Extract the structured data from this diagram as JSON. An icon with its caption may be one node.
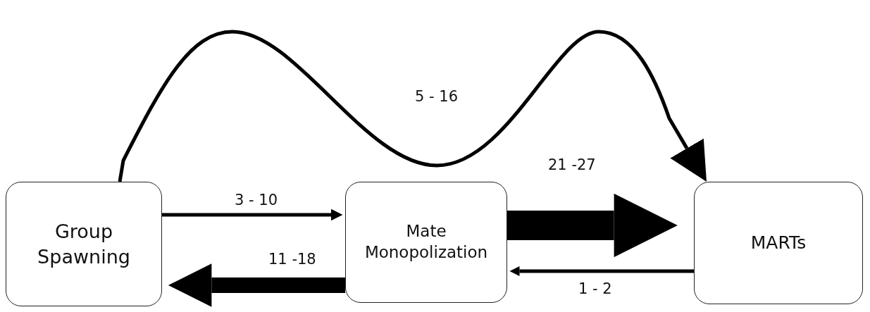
{
  "diagram": {
    "nodes": [
      {
        "text": [
          "Group Spawning"
        ]
      },
      {
        "text": [
          "Mate Monopolization"
        ]
      },
      {
        "text": [
          "MARTs"
        ]
      }
    ],
    "edges": [
      {
        "from": 0,
        "to": 1,
        "arrow": "to",
        "label": "3 - 10"
      },
      {
        "from": 1,
        "to": 0,
        "arrow": "to",
        "label": "11 -18",
        "style": "thick"
      },
      {
        "from": 1,
        "to": 2,
        "arrow": "to",
        "label": "21 -27",
        "style": "thick"
      },
      {
        "from": 2,
        "to": 1,
        "arrow": "to",
        "label": "1 - 2"
      },
      {
        "from": 0,
        "to": 2,
        "arrow": "to",
        "label": "5 - 16"
      }
    ]
  }
}
